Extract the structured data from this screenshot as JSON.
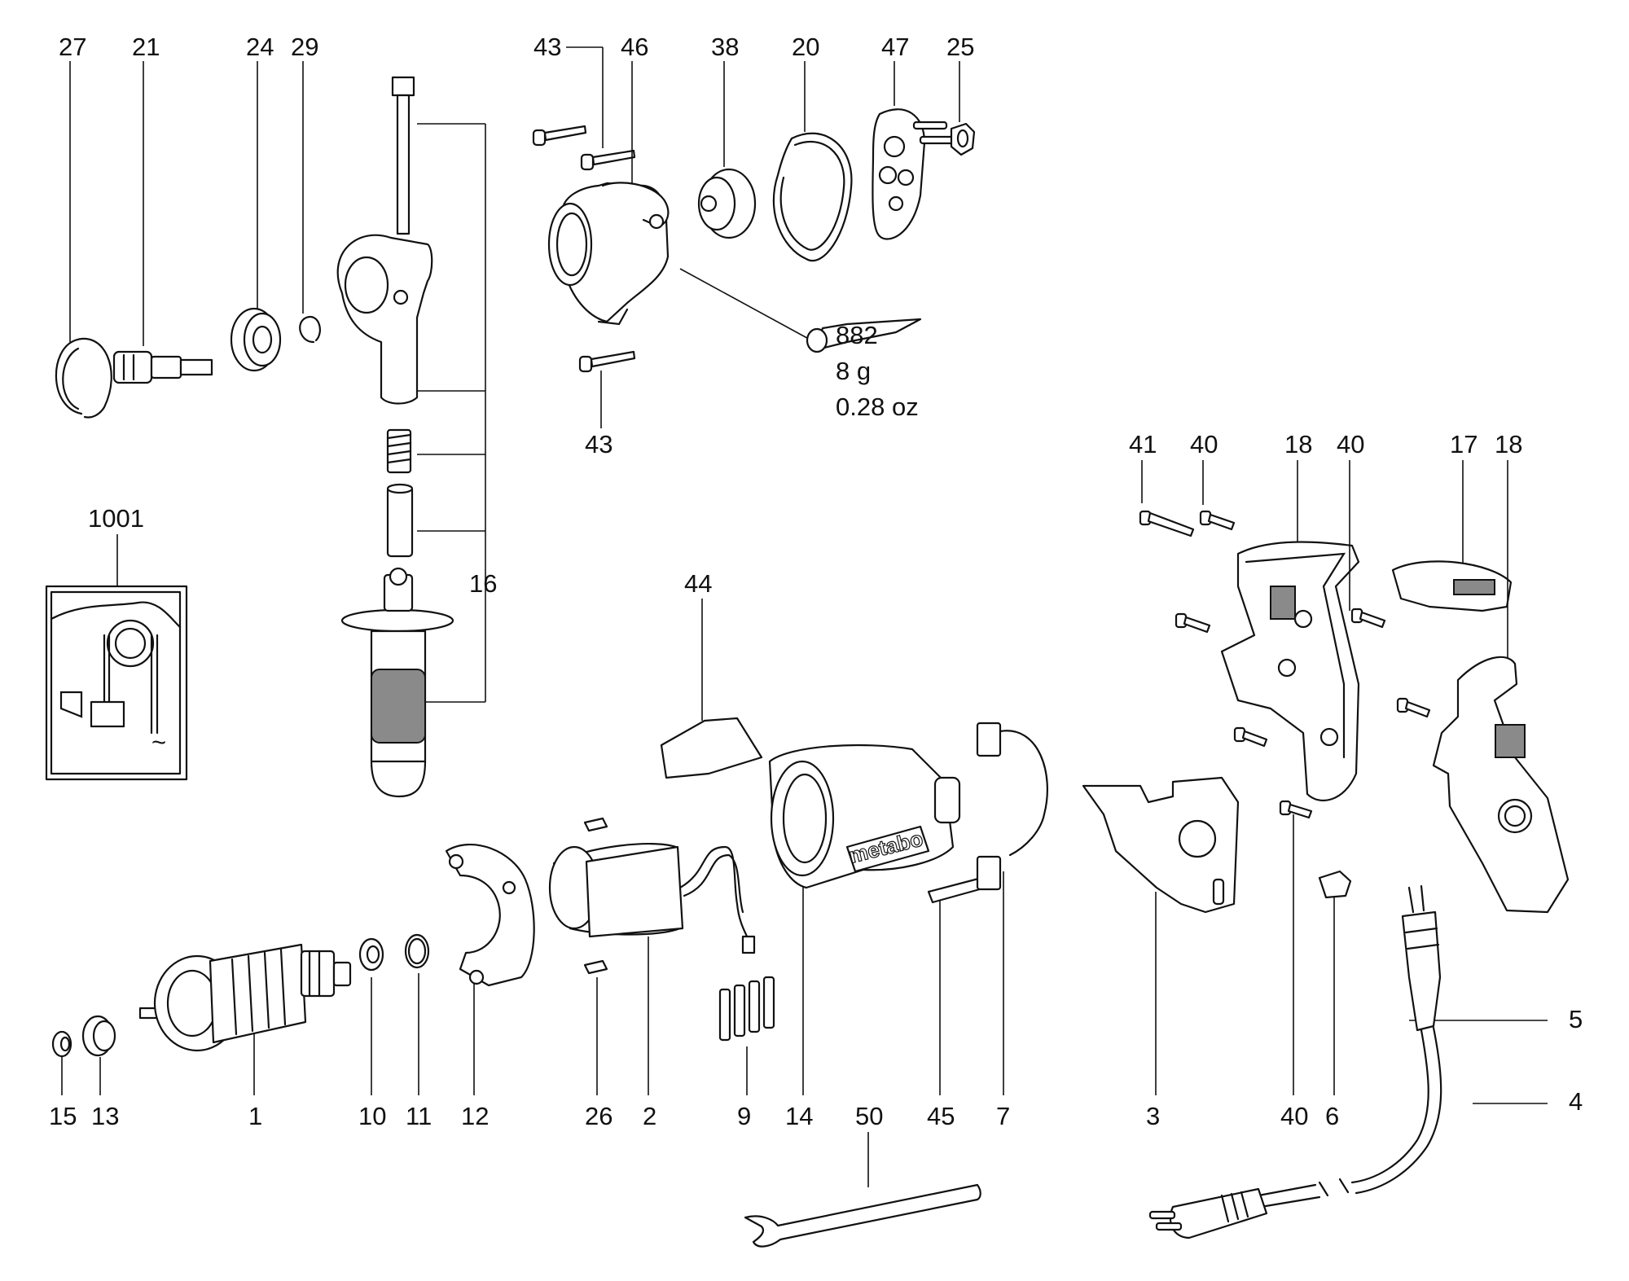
{
  "labels": {
    "p27": "27",
    "p21": "21",
    "p24": "24",
    "p29": "29",
    "p43a": "43",
    "p46": "46",
    "p38": "38",
    "p20": "20",
    "p47": "47",
    "p25": "25",
    "p43b": "43",
    "p16": "16",
    "p1001": "1001",
    "p44": "44",
    "p41": "41",
    "p40a": "40",
    "p18a": "18",
    "p40b": "40",
    "p17": "17",
    "p18b": "18",
    "p15": "15",
    "p13": "13",
    "p1": "1",
    "p10": "10",
    "p11": "11",
    "p12": "12",
    "p26": "26",
    "p2": "2",
    "p9": "9",
    "p14": "14",
    "p50": "50",
    "p45": "45",
    "p7": "7",
    "p3": "3",
    "p40c": "40",
    "p6": "6",
    "p5": "5",
    "p4": "4"
  },
  "grease": {
    "code": "882",
    "weight_metric": "8 g",
    "weight_imperial": "0.28 oz"
  },
  "brand_on_housing": "metabo",
  "tilde": "~"
}
